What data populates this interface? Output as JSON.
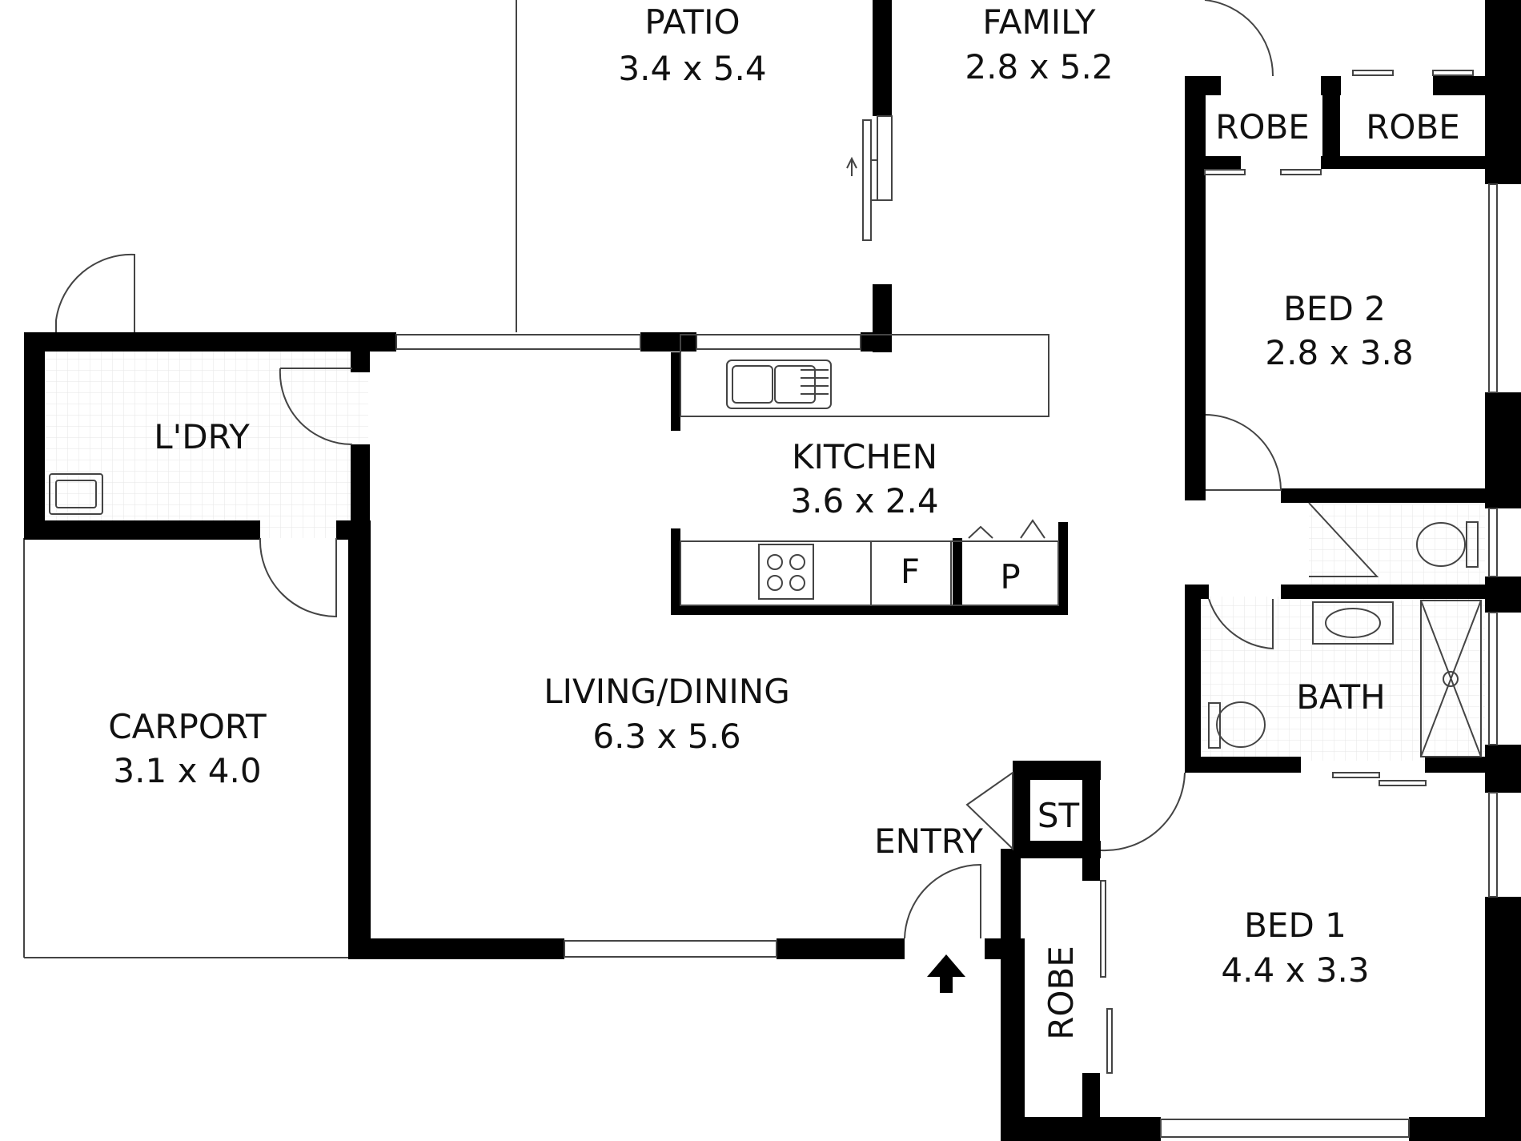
{
  "rooms": {
    "patio": {
      "name": "PATIO",
      "size": "3.4 x 5.4"
    },
    "family": {
      "name": "FAMILY",
      "size": "2.8 x 5.2"
    },
    "robe_a": {
      "name": "ROBE"
    },
    "robe_b": {
      "name": "ROBE"
    },
    "bed2": {
      "name": "BED 2",
      "size": "2.8 x 3.8"
    },
    "laundry": {
      "name": "L'DRY"
    },
    "kitchen": {
      "name": "KITCHEN",
      "size": "3.6 x 2.4"
    },
    "fridge": {
      "name": "F"
    },
    "pantry": {
      "name": "P"
    },
    "living": {
      "name": "LIVING/DINING",
      "size": "6.3 x 5.6"
    },
    "carport": {
      "name": "CARPORT",
      "size": "3.1 x 4.0"
    },
    "bath": {
      "name": "BATH"
    },
    "store": {
      "name": "ST"
    },
    "entry": {
      "name": "ENTRY"
    },
    "bed1": {
      "name": "BED 1",
      "size": "4.4 x 3.3"
    },
    "robe_c": {
      "name": "ROBE"
    }
  }
}
